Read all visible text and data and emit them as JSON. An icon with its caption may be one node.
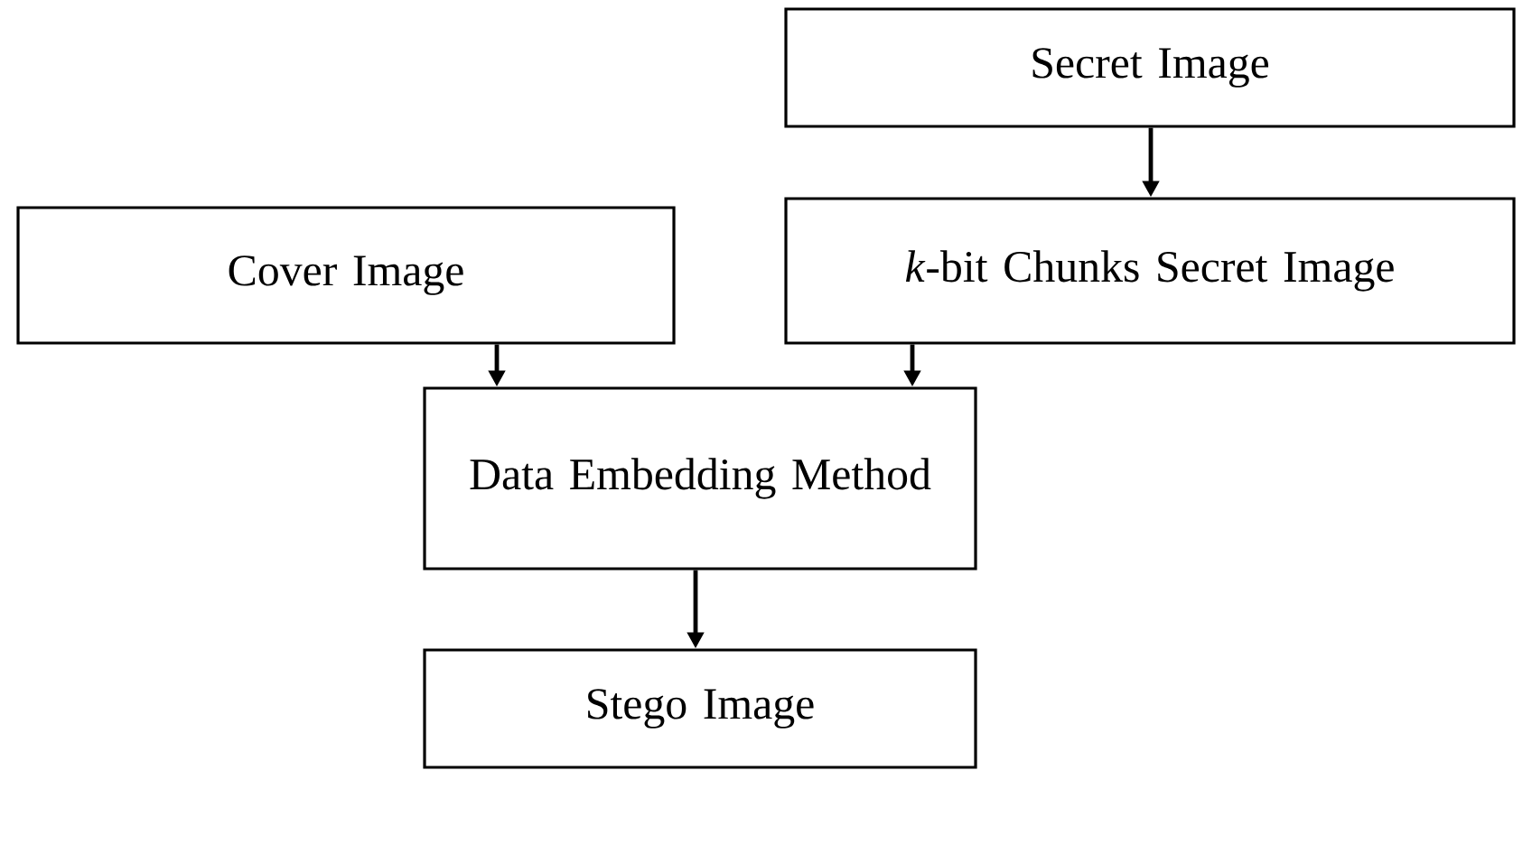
{
  "diagram": {
    "nodes": [
      {
        "text": [
          "Secret Image"
        ]
      },
      {
        "text": [
          "Cover Image"
        ]
      },
      {
        "text": [
          "*k*-bit Chunks Secret Image"
        ]
      },
      {
        "text": [
          "Data Embedding Method"
        ]
      },
      {
        "text": [
          "Stego Image"
        ]
      }
    ],
    "edges": [
      {
        "from": 0,
        "to": 2,
        "arrow": "to"
      },
      {
        "from": 1,
        "to": 3,
        "arrow": "to"
      },
      {
        "from": 2,
        "to": 3,
        "arrow": "to"
      },
      {
        "from": 3,
        "to": 4,
        "arrow": "to"
      }
    ]
  }
}
